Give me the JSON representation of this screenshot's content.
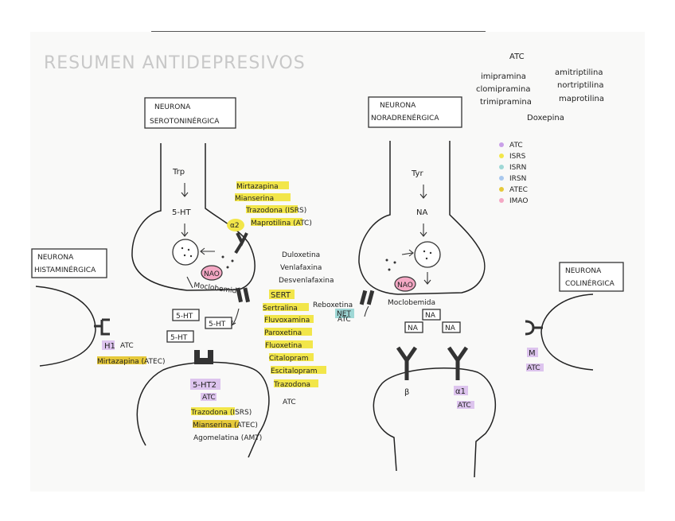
{
  "title": "RESUMEN ANTIDEPRESIVOS",
  "atc_list": {
    "header": "ATC",
    "col1": [
      "imipramina",
      "clomipramina",
      "trimipramina"
    ],
    "col2": [
      "amitriptilina",
      "nortriptilina",
      "maprotilina"
    ],
    "bottom": "Doxepina"
  },
  "legend": [
    {
      "label": "ATC",
      "color": "#c9a0e8"
    },
    {
      "label": "ISRS",
      "color": "#f2e64a"
    },
    {
      "label": "ISRN",
      "color": "#9fd8d6"
    },
    {
      "label": "IRSN",
      "color": "#a9c8ee"
    },
    {
      "label": "ATEC",
      "color": "#e6c93a"
    },
    {
      "label": "IMAO",
      "color": "#f4a8c4"
    }
  ],
  "neurons": {
    "serotonergic": {
      "label1": "NEURONA",
      "label2": "SEROTONINÉRGICA"
    },
    "noradrenergic": {
      "label1": "NEURONA",
      "label2": "NORADRENÉRGICA"
    },
    "histaminergic": {
      "label1": "NEURONA",
      "label2": "HISTAMINÉRGICA"
    },
    "cholinergic": {
      "label1": "NEURONA",
      "label2": "COLINÉRGICA"
    }
  },
  "sero": {
    "trp": "Trp",
    "ht5": "5-HT",
    "nao": "NAO",
    "moclobemida": "Moclobemida",
    "released": [
      "5-HT",
      "5-HT",
      "5-HT"
    ],
    "alpha2": "α2",
    "alpha2_drugs": [
      "Mirtazapina",
      "Mianserina",
      "Trazodona (ISRS)",
      "Maprotilina (ATC)"
    ],
    "sert": "SERT",
    "sert_drugs": [
      "Sertralina",
      "Fluvoxamina",
      "Paroxetina",
      "Fluoxetina",
      "Citalopram",
      "Escitalopram",
      "Trazodona",
      "ATC"
    ],
    "snri_drugs": [
      "Duloxetina",
      "Venlafaxina",
      "Desvenlafaxina"
    ],
    "receptor_5ht2": "5-HT2",
    "r5ht2_atc": "ATC",
    "r5ht2_drugs": [
      "Trazodona (ISRS)",
      "Mianserina (ATEC)",
      "Agomelatina (AMT)"
    ]
  },
  "nora": {
    "tyr": "Tyr",
    "na": "NA",
    "nao": "NAO",
    "moclobemida": "Moclobemida",
    "released": [
      "NA",
      "NA",
      "NA"
    ],
    "net": "NET",
    "net_drugs": [
      "Reboxetina",
      "ATC"
    ],
    "beta": "β",
    "alpha1": "α1",
    "alpha1_atc": "ATC"
  },
  "hist": {
    "h1": "H1",
    "atc": "ATC",
    "mirtazapina": "Mirtazapina (ATEC)"
  },
  "chol": {
    "m": "M",
    "atc": "ATC"
  }
}
